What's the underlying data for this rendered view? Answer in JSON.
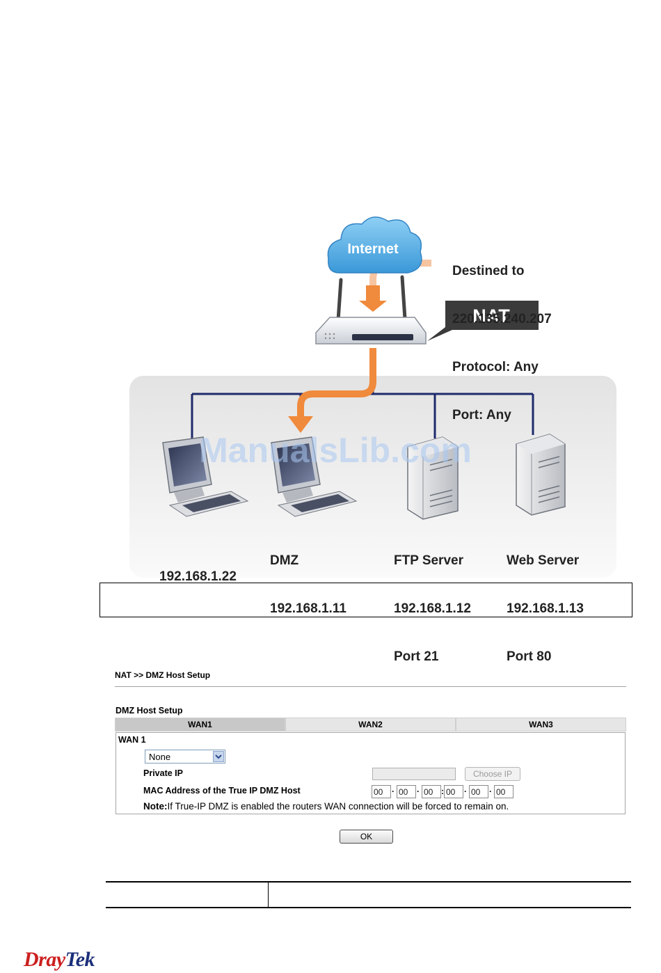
{
  "diagram": {
    "cloud_label": "Internet",
    "packet_info": [
      "Destined to",
      "220.135.240.207",
      "Protocol: Any",
      "Port: Any"
    ],
    "nat_label": "NAT",
    "watermark": "ManualsLib.com",
    "hosts": [
      {
        "lines": [
          "192.168.1.22"
        ]
      },
      {
        "lines": [
          "DMZ",
          "192.168.1.11"
        ]
      },
      {
        "lines": [
          "FTP Server",
          "192.168.1.12",
          "Port 21"
        ]
      },
      {
        "lines": [
          "Web Server",
          "192.168.1.13",
          "Port 80"
        ]
      }
    ],
    "colors": {
      "arrow": "#f08a3c",
      "lan_line": "#1f2a6b",
      "cloud": "#5aaee6"
    }
  },
  "ui": {
    "breadcrumb": "NAT >> DMZ Host Setup",
    "section_title": "DMZ Host Setup",
    "tabs": [
      "WAN1",
      "WAN2",
      "WAN3"
    ],
    "active_tab": "WAN1",
    "panel_title": "WAN 1",
    "mode_select": {
      "value": "None"
    },
    "private_ip_label": "Private IP",
    "private_ip_value": "",
    "choose_ip_label": "Choose IP",
    "mac_label": "MAC Address of the True IP DMZ Host",
    "mac_octets": [
      "00",
      "00",
      "00",
      "00",
      "00",
      "00"
    ],
    "note_prefix": "Note:",
    "note_text": "If True-IP DMZ is enabled the routers WAN connection will be forced to remain on.",
    "ok_label": "OK"
  },
  "logo": {
    "part1": "Dray",
    "part2": "Tek",
    "colors": {
      "part1": "#cc1f1f",
      "part2": "#1b2f7a"
    }
  }
}
